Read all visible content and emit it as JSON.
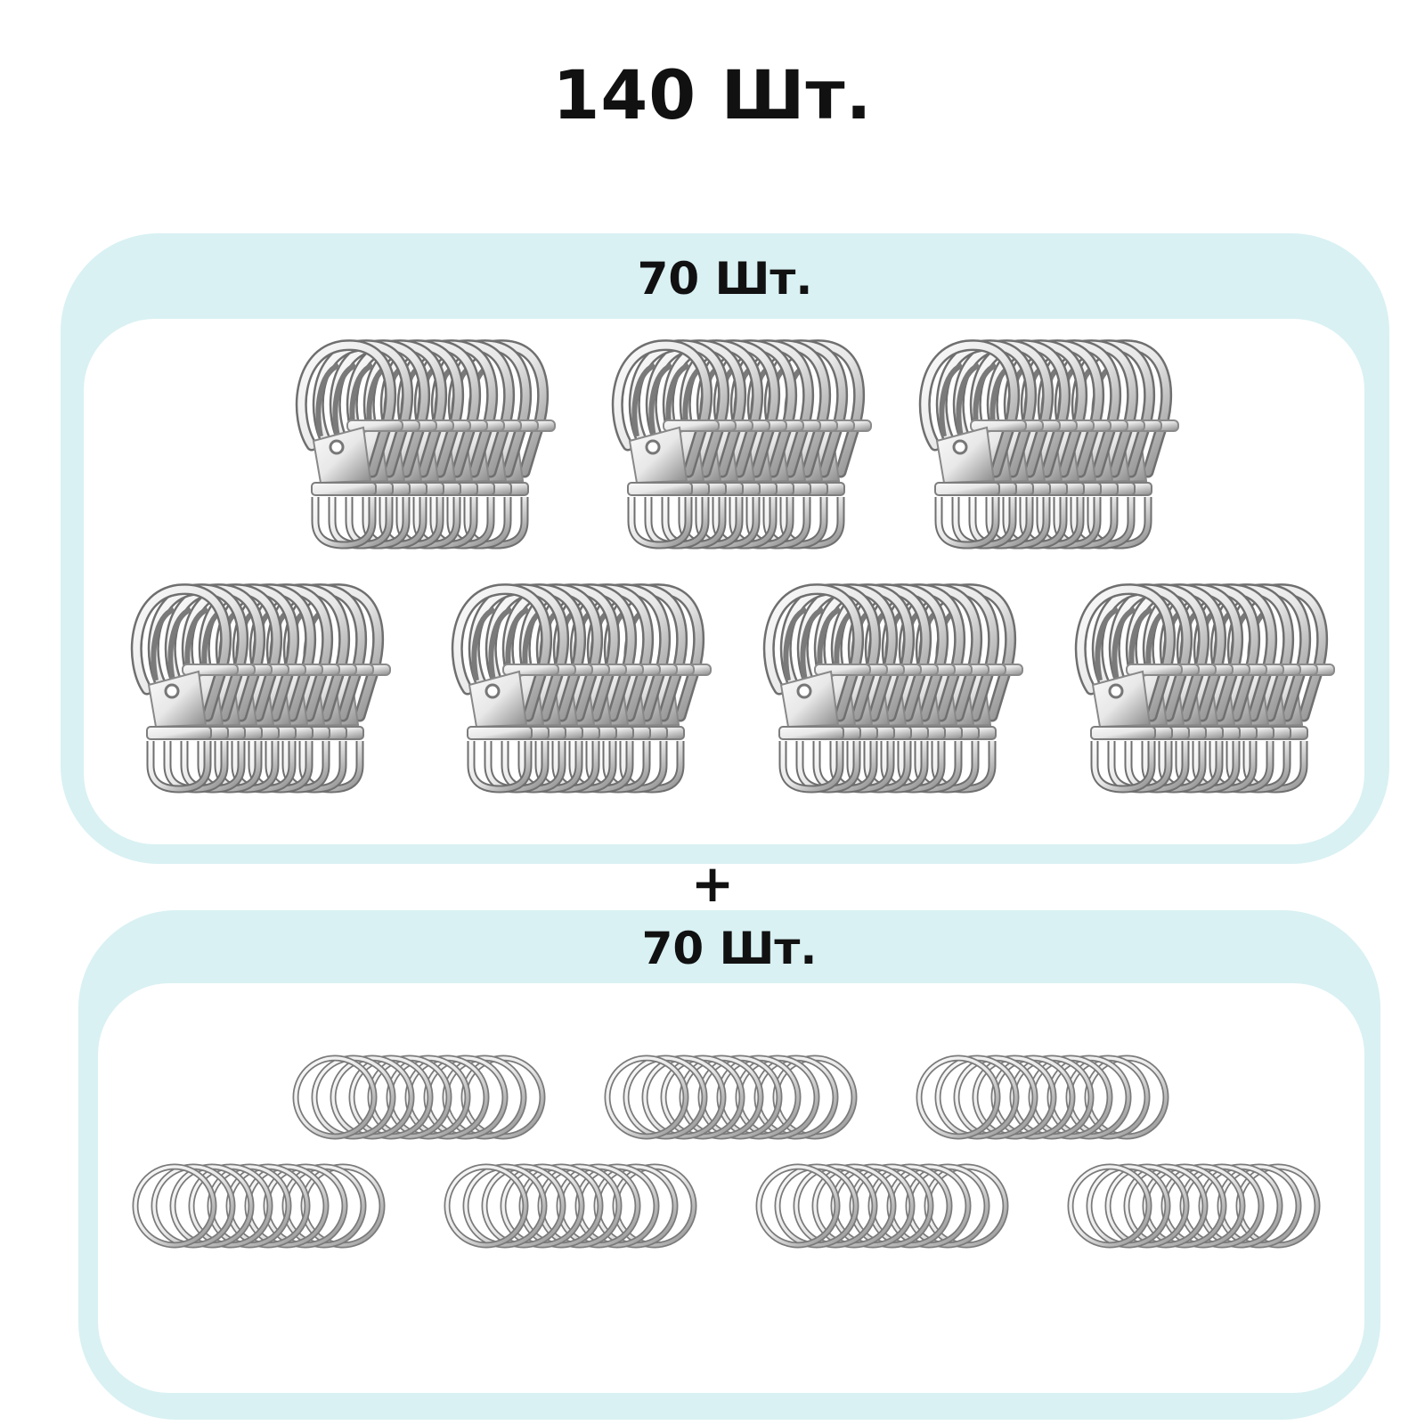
{
  "title": "140 Шт.",
  "plus": "+",
  "panels": [
    {
      "label": "70 Шт.",
      "item": "swivel-clasp"
    },
    {
      "label": "70 Шт.",
      "item": "split-ring"
    }
  ],
  "colors": {
    "panel_bg": "#d9f1f3",
    "metal_light": "#e8e8e8",
    "metal_dark": "#8a8a8a"
  }
}
